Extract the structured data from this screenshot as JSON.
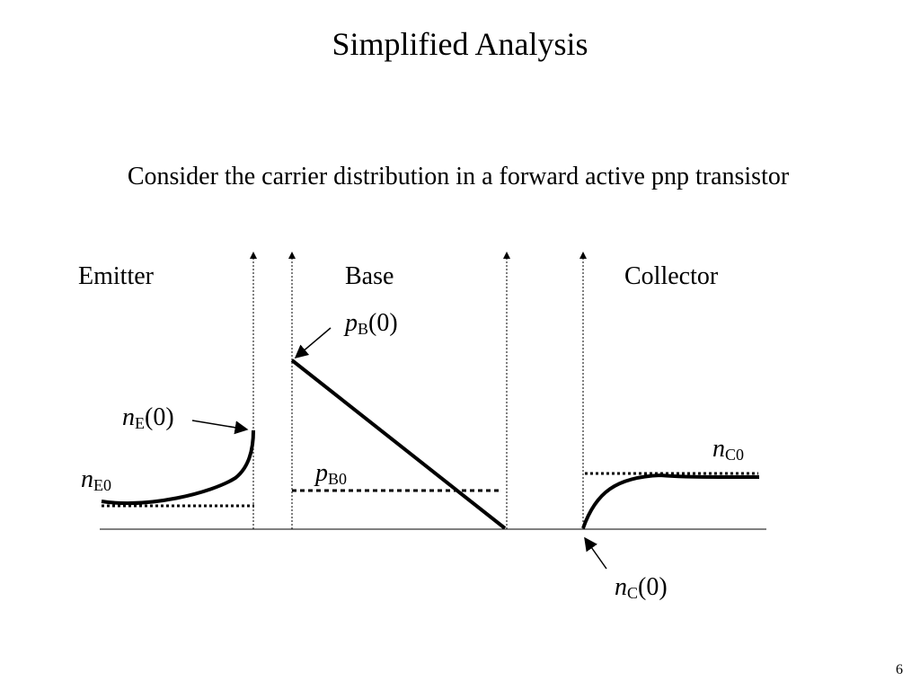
{
  "title": "Simplified Analysis",
  "intro": "Consider the carrier distribution in a forward active pnp transistor",
  "regions": {
    "emitter": "Emitter",
    "base": "Base",
    "collector": "Collector"
  },
  "labels": {
    "pB0_edge": {
      "sym": "p",
      "sub": "B",
      "arg": "(0)"
    },
    "nE0_edge": {
      "sym": "n",
      "sub": "E",
      "arg": "(0)"
    },
    "nC0_value": {
      "sym": "n",
      "sub": "C0"
    },
    "pB0_value": {
      "sym": "p",
      "sub": "B0"
    },
    "nE0_value": {
      "sym": "n",
      "sub": "E0"
    },
    "nC0_edge": {
      "sym": "n",
      "sub": "C",
      "arg": "(0)"
    }
  },
  "page_number": "6"
}
